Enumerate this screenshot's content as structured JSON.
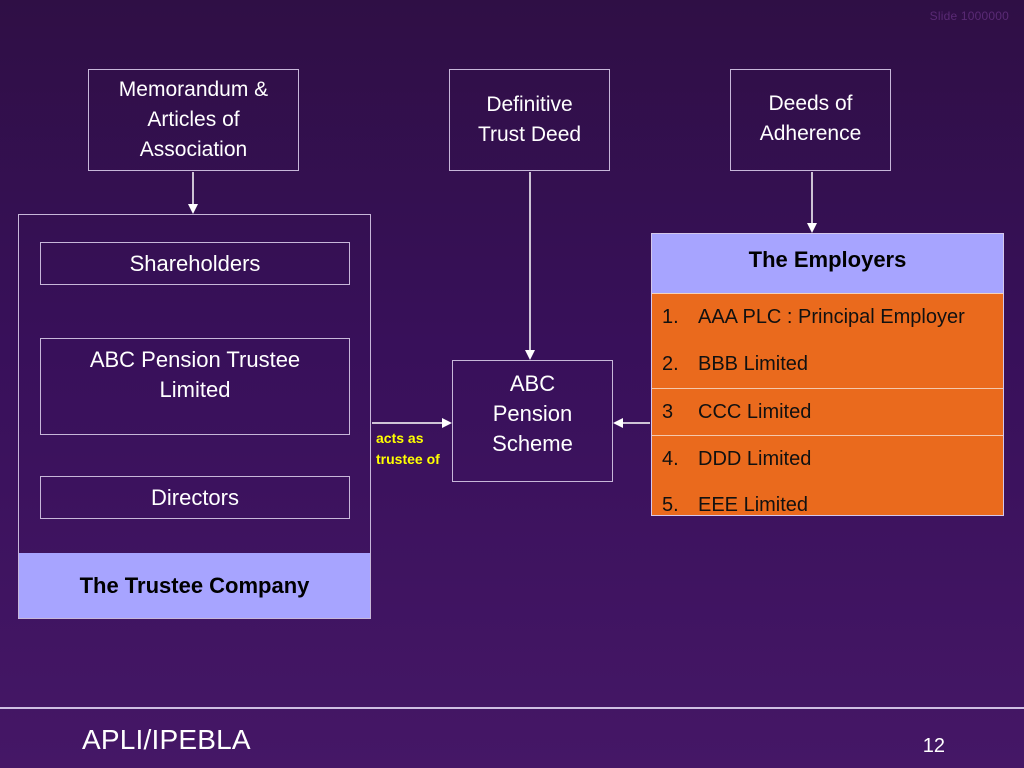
{
  "watermark": "Slide 1000000",
  "top_boxes": {
    "memo": "Memorandum &\nArticles of\nAssociation",
    "trust_deed": "Definitive\nTrust Deed",
    "adherence": "Deeds of\nAdherence"
  },
  "trustee_company": {
    "shareholders": "Shareholders",
    "pension_trustee": "ABC Pension Trustee\nLimited",
    "directors": "Directors",
    "banner": "The Trustee Company"
  },
  "scheme": {
    "label": "ABC\nPension\nScheme",
    "relationship": "acts as\ntrustee of"
  },
  "employers": {
    "title": "The Employers",
    "items": [
      {
        "num": "1.",
        "name": "AAA PLC : Principal Employer"
      },
      {
        "num": "2.",
        "name": "BBB Limited"
      },
      {
        "num": "3",
        "name": "CCC Limited"
      },
      {
        "num": "4.",
        "name": "DDD Limited"
      },
      {
        "num": "5.",
        "name": "EEE Limited"
      }
    ]
  },
  "footer": {
    "left": "APLI/IPEBLA",
    "page": "12"
  }
}
